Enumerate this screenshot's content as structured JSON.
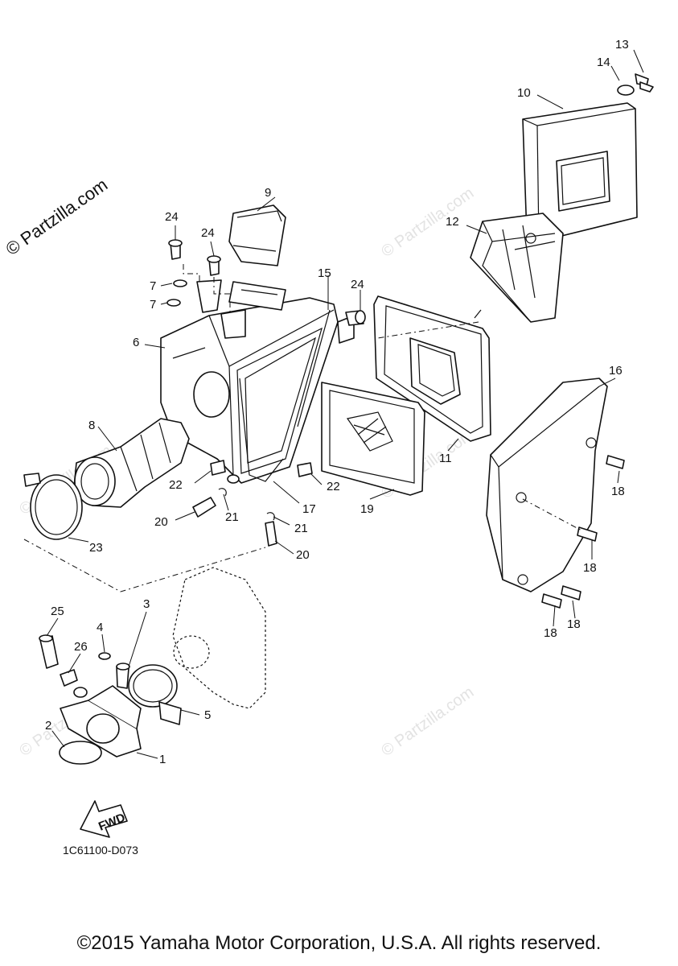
{
  "watermarks": {
    "main": "© Partzilla.com",
    "repeat": "© Partzilla.com"
  },
  "callouts": {
    "c1": "1",
    "c2": "2",
    "c3": "3",
    "c4": "4",
    "c5": "5",
    "c6": "6",
    "c7a": "7",
    "c7b": "7",
    "c8": "8",
    "c9": "9",
    "c10": "10",
    "c11": "11",
    "c12": "12",
    "c13": "13",
    "c14": "14",
    "c15": "15",
    "c16": "16",
    "c17": "17",
    "c18a": "18",
    "c18b": "18",
    "c18c": "18",
    "c18d": "18",
    "c19": "19",
    "c20a": "20",
    "c20b": "20",
    "c21a": "21",
    "c21b": "21",
    "c22a": "22",
    "c22b": "22",
    "c23": "23",
    "c24a": "24",
    "c24b": "24",
    "c24c": "24",
    "c25": "25",
    "c26": "26"
  },
  "fwd_label": "FWD",
  "drawing_code": "1C61100-D073",
  "copyright": "©2015 Yamaha Motor Corporation, U.S.A. All rights reserved."
}
